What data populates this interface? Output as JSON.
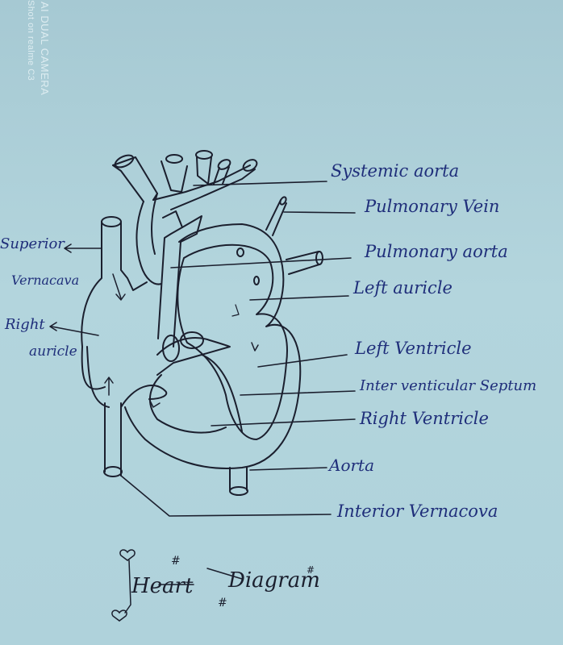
{
  "watermark": {
    "line1": "AI DUAL CAMERA",
    "line2": "Shot on realme C3"
  },
  "diagram": {
    "title_word1": "Heart",
    "title_word2": "Diagram",
    "title_marks": "#",
    "ink_color": "#1f2e7a",
    "pencil_color": "#1b1f2e",
    "paper_color": "#a9cdd6",
    "labels_right": [
      {
        "text": "Systemic aorta"
      },
      {
        "text": "Pulmonary Vein"
      },
      {
        "text": "Pulmonary aorta"
      },
      {
        "text": "Left auricle"
      },
      {
        "text": "Left Ventricle"
      },
      {
        "text": "Inter venticular Septum"
      },
      {
        "text": "Right Ventricle"
      },
      {
        "text": "Aorta"
      },
      {
        "text": "Interior Vernacova"
      }
    ],
    "labels_left": [
      {
        "line1": "Superior",
        "line2": "Vernacava"
      },
      {
        "line1": "Right",
        "line2": "auricle"
      }
    ]
  }
}
